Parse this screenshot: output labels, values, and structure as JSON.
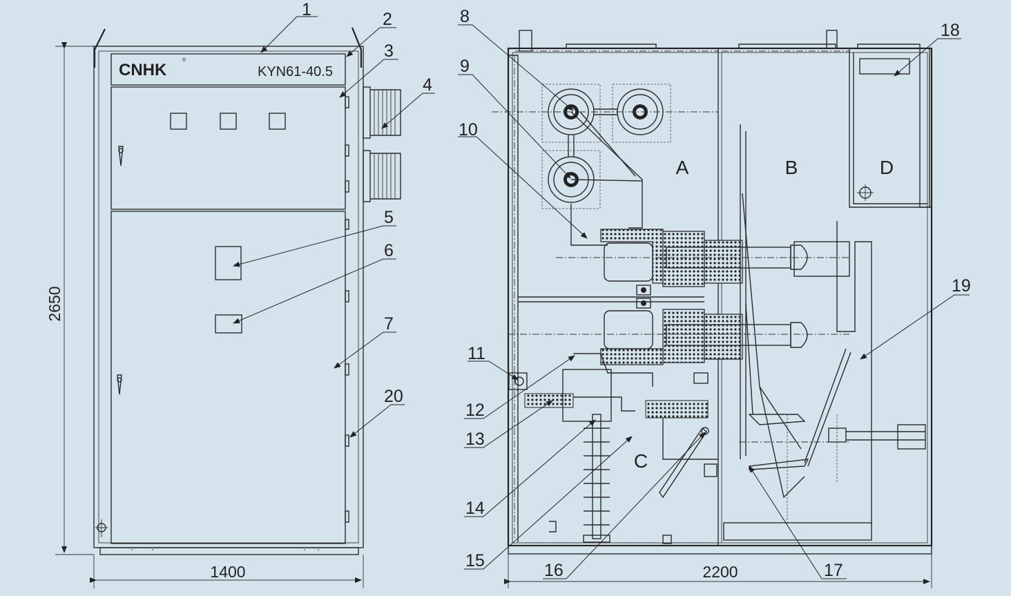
{
  "front_view": {
    "brand": "CNHK",
    "brand_mark": "®",
    "model": "KYN61-40.5",
    "width_dim": "1400",
    "height_dim": "2650"
  },
  "side_view": {
    "depth_dim": "2200",
    "zones": [
      "A",
      "B",
      "C",
      "D"
    ]
  },
  "callouts": [
    "1",
    "2",
    "3",
    "4",
    "5",
    "6",
    "7",
    "8",
    "9",
    "10",
    "11",
    "12",
    "13",
    "14",
    "15",
    "16",
    "17",
    "18",
    "19",
    "20"
  ]
}
